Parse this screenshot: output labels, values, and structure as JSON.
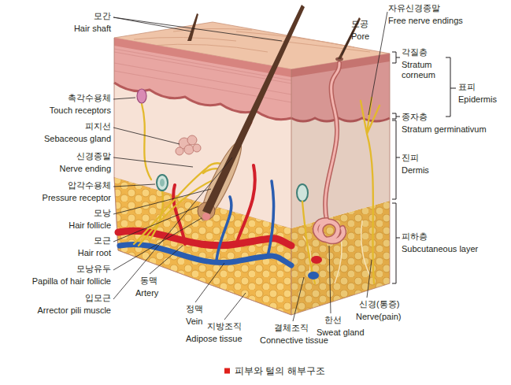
{
  "diagram": {
    "caption": "피부와 털의 해부구조",
    "labels": [
      "모간",
      "Hair shaft",
      "촉각수용체",
      "Touch receptors",
      "피지선",
      "Sebaceous gland",
      "신경종말",
      "Nerve ending",
      "압각수용체",
      "Pressure receptor",
      "모낭",
      "Hair follicle",
      "모근",
      "Hair root",
      "모낭유두",
      "Papilla of hair follicle",
      "입모근",
      "Arrector pili muscle",
      "동맥",
      "Artery",
      "정맥",
      "Vein",
      "지방조직",
      "Adipose tissue",
      "결체조직",
      "Connective tissue",
      "한선",
      "Sweat gland",
      "신경(통증)",
      "Nerve(pain)",
      "모공",
      "Pore",
      "자유신경종말",
      "Free nerve endings",
      "각질층",
      "Stratum corneum",
      "표피",
      "Epidermis",
      "종자층",
      "Stratum germinativum",
      "진피",
      "Dermis",
      "피하층",
      "Subcutaneous layer"
    ]
  }
}
